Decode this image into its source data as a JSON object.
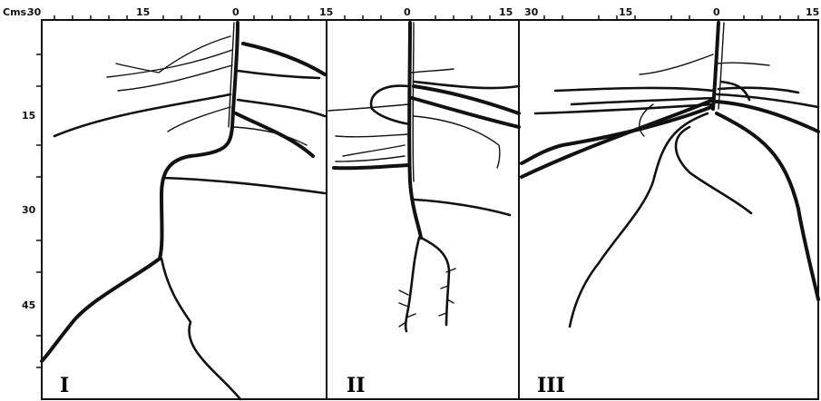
{
  "unit_label": "Cms.",
  "top_axis": {
    "panel_1": [
      "30",
      "15",
      "0",
      "15"
    ],
    "panel_2": [
      "0",
      "15"
    ],
    "panel_3": [
      "30",
      "15",
      "0",
      "15"
    ]
  },
  "left_axis": [
    "15",
    "30",
    "45"
  ],
  "panels": [
    {
      "label": "I"
    },
    {
      "label": "II"
    },
    {
      "label": "III"
    }
  ]
}
